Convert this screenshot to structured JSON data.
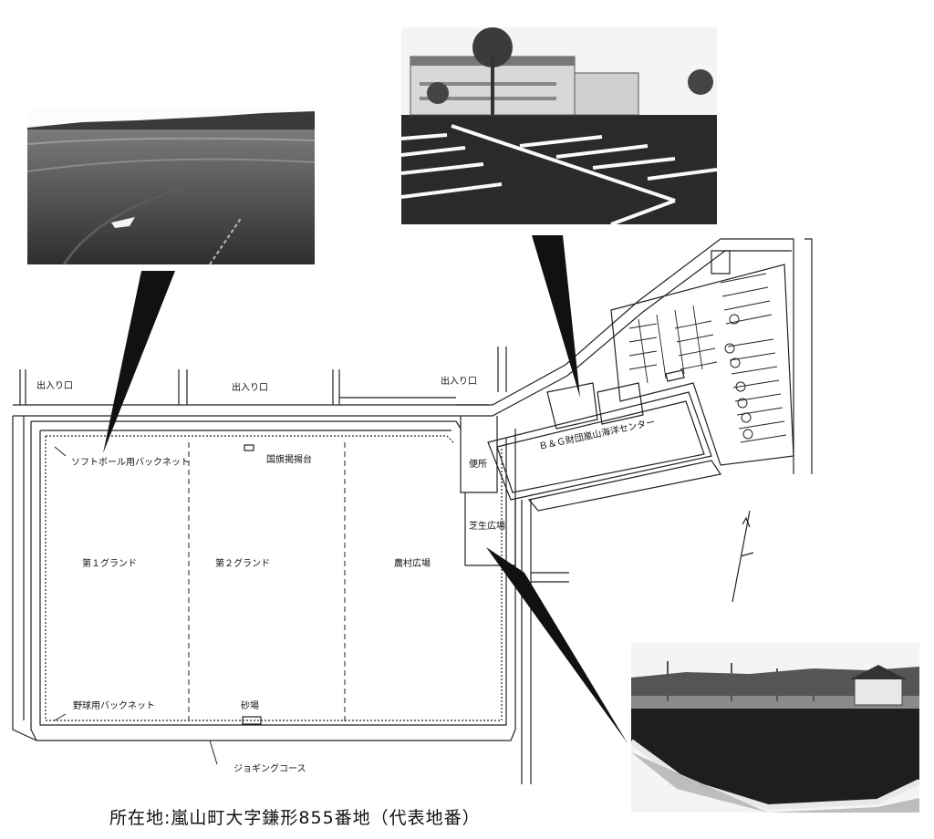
{
  "map": {
    "entrances": [
      "出入り口",
      "出入り口",
      "出入り口"
    ],
    "labels": {
      "softball_backnet": "ソフトボール用バックネット",
      "flag_platform": "国旗掲揚台",
      "ground1": "第１グランド",
      "ground2": "第２グランド",
      "farm_plaza": "農村広場",
      "toilet": "便所",
      "lawn_plaza": "芝生広場",
      "baseball_backnet": "野球用バックネット",
      "sandpit": "砂場",
      "jogging_course": "ジョギングコース",
      "center_building": "Ｂ＆Ｇ財団嵐山海洋センター"
    },
    "north_arrow": "north-arrow"
  },
  "photos": {
    "field_photo": "field-photo",
    "building_photo": "building-photo",
    "lawn_photo": "lawn-photo"
  },
  "caption": "所在地:嵐山町大字鎌形855番地（代表地番）"
}
